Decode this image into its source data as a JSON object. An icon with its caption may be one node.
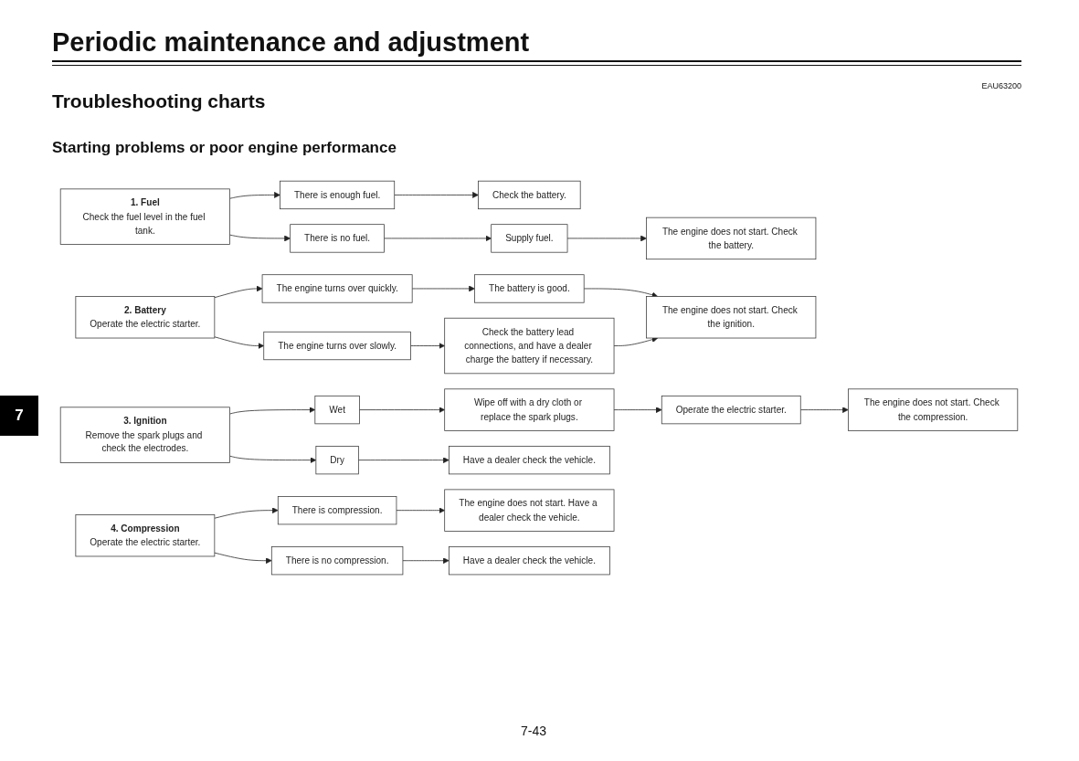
{
  "diagram": {
    "title": "Periodic maintenance and adjustment",
    "nodes": [
      {
        "text": [
          "1. Fuel",
          "Check the fuel level in the fuel tank."
        ]
      },
      {
        "text": [
          "There is enough fuel."
        ]
      },
      {
        "text": [
          "Check the battery."
        ]
      },
      {
        "text": [
          "There is no fuel."
        ]
      },
      {
        "text": [
          "Supply fuel."
        ]
      },
      {
        "text": [
          "The engine does not start. Check the battery."
        ]
      },
      {
        "text": [
          "2. Battery",
          "Operate the electric starter."
        ]
      },
      {
        "text": [
          "The engine turns over quickly."
        ]
      },
      {
        "text": [
          "The battery is good."
        ]
      },
      {
        "text": [
          "The engine turns over slowly."
        ]
      },
      {
        "text": [
          "Check the battery lead connections, and have a dealer charge the battery if necessary."
        ]
      },
      {
        "text": [
          "The engine does not start. Check the ignition."
        ]
      },
      {
        "text": [
          "3. Ignition",
          "Remove the spark plugs and check the electrodes."
        ]
      },
      {
        "text": [
          "Wet"
        ]
      },
      {
        "text": [
          "Wipe off with a dry cloth or replace the spark plugs."
        ]
      },
      {
        "text": [
          "Operate the electric starter."
        ]
      },
      {
        "text": [
          "Dry"
        ]
      },
      {
        "text": [
          "Have a dealer check the vehicle."
        ]
      },
      {
        "text": [
          "The engine does not start. Check the compression."
        ]
      },
      {
        "text": [
          "4. Compression",
          "Operate the electric starter."
        ]
      },
      {
        "text": [
          "There is compression."
        ]
      },
      {
        "text": [
          "The engine does not start. Have a dealer check the vehicle."
        ]
      },
      {
        "text": [
          "There is no compression."
        ]
      },
      {
        "text": [
          "Have a dealer check the vehicle."
        ]
      }
    ],
    "edges": [
      {
        "from": 0,
        "to": 1,
        "arrow": "to"
      },
      {
        "from": 0,
        "to": 3,
        "arrow": "to"
      },
      {
        "from": 1,
        "to": 2,
        "arrow": "to"
      },
      {
        "from": 3,
        "to": 4,
        "arrow": "to"
      },
      {
        "from": 4,
        "to": 5,
        "arrow": "to"
      },
      {
        "from": 6,
        "to": 7,
        "arrow": "to"
      },
      {
        "from": 6,
        "to": 9,
        "arrow": "to"
      },
      {
        "from": 7,
        "to": 8,
        "arrow": "to"
      },
      {
        "from": 9,
        "to": 10,
        "arrow": "to"
      },
      {
        "from": 8,
        "to": 11,
        "arrow": "to"
      },
      {
        "from": 10,
        "to": 11,
        "arrow": "to"
      },
      {
        "from": 12,
        "to": 13,
        "arrow": "to"
      },
      {
        "from": 12,
        "to": 16,
        "arrow": "to"
      },
      {
        "from": 13,
        "to": 14,
        "arrow": "to"
      },
      {
        "from": 14,
        "to": 15,
        "arrow": "to"
      },
      {
        "from": 15,
        "to": 18,
        "arrow": "to"
      },
      {
        "from": 16,
        "to": 17,
        "arrow": "to"
      },
      {
        "from": 19,
        "to": 20,
        "arrow": "to"
      },
      {
        "from": 19,
        "to": 22,
        "arrow": "to"
      },
      {
        "from": 20,
        "to": 21,
        "arrow": "to"
      },
      {
        "from": 22,
        "to": 23,
        "arrow": "to"
      }
    ],
    "labels": [
      "EAU63200",
      "Troubleshooting charts",
      "Starting problems or poor engine performance",
      "7",
      "7-43"
    ]
  }
}
